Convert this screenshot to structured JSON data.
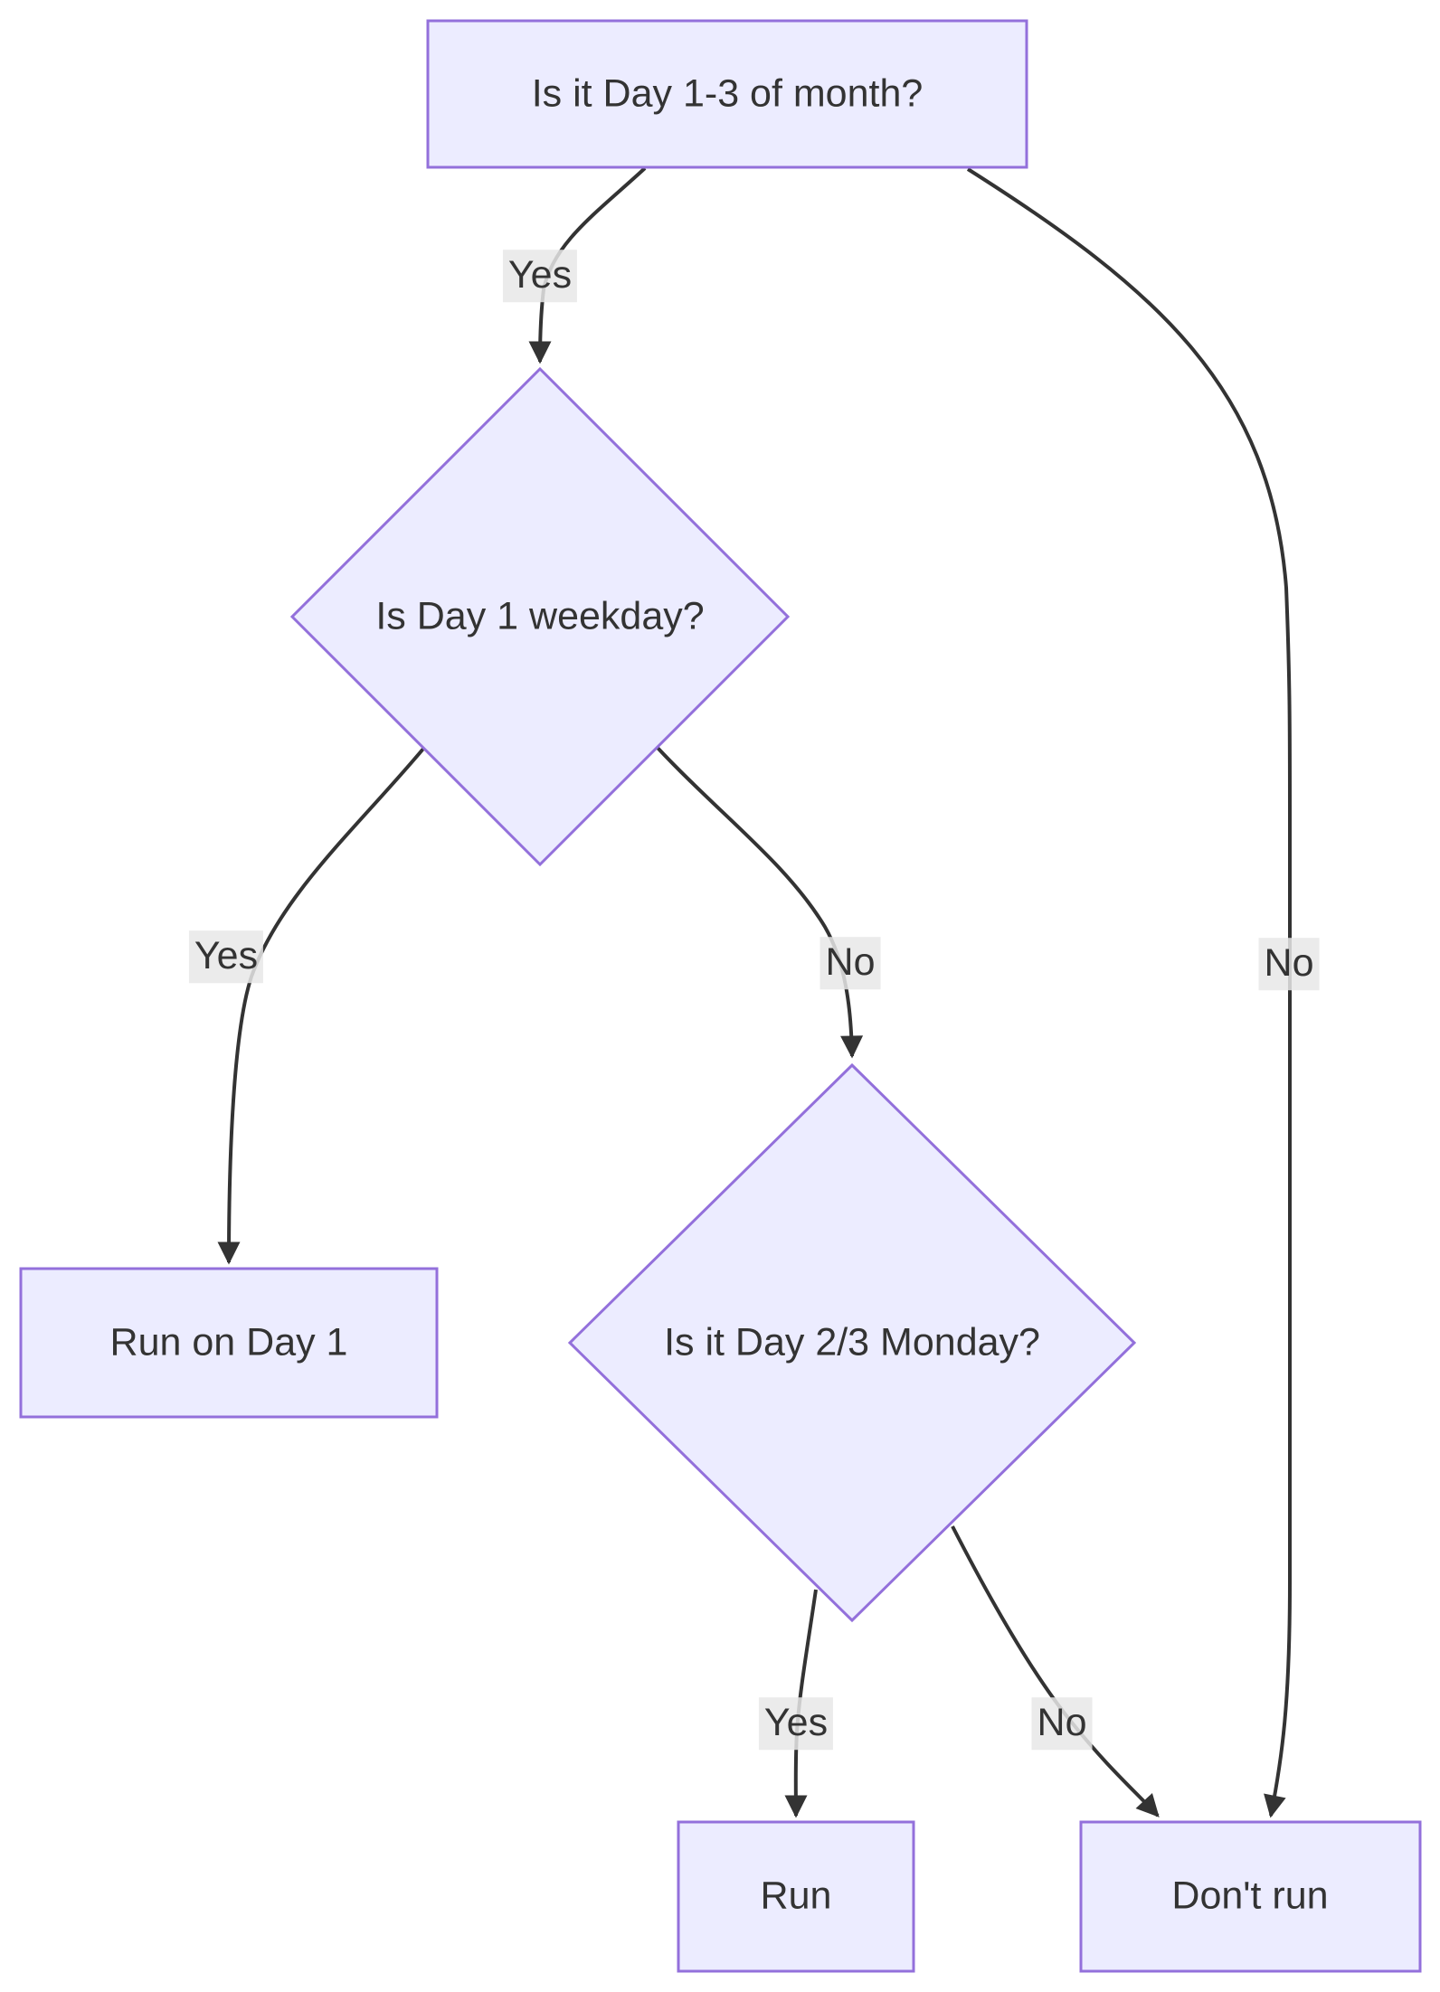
{
  "diagram": {
    "type": "flowchart",
    "direction": "top-down",
    "colors": {
      "node_fill": "#ECECFF",
      "node_border": "#9370DB",
      "edge_stroke": "#333333",
      "edge_label_bg": "#e8e8e8",
      "text": "#333333",
      "background": "#ffffff"
    },
    "nodes": {
      "start": {
        "label": "Is it Day 1-3 of month?",
        "shape": "rectangle"
      },
      "weekday_check": {
        "label": "Is Day 1 weekday?",
        "shape": "diamond"
      },
      "monday_check": {
        "label": "Is it Day 2/3 Monday?",
        "shape": "diamond"
      },
      "run_day1": {
        "label": "Run on Day 1",
        "shape": "rectangle"
      },
      "run": {
        "label": "Run",
        "shape": "rectangle"
      },
      "dont_run": {
        "label": "Don't run",
        "shape": "rectangle"
      }
    },
    "edges": [
      {
        "from": "start",
        "to": "weekday_check",
        "label": "Yes"
      },
      {
        "from": "weekday_check",
        "to": "run_day1",
        "label": "Yes"
      },
      {
        "from": "weekday_check",
        "to": "monday_check",
        "label": "No"
      },
      {
        "from": "start",
        "to": "dont_run",
        "label": "No"
      },
      {
        "from": "monday_check",
        "to": "run",
        "label": "Yes"
      },
      {
        "from": "monday_check",
        "to": "dont_run",
        "label": "No"
      }
    ]
  }
}
